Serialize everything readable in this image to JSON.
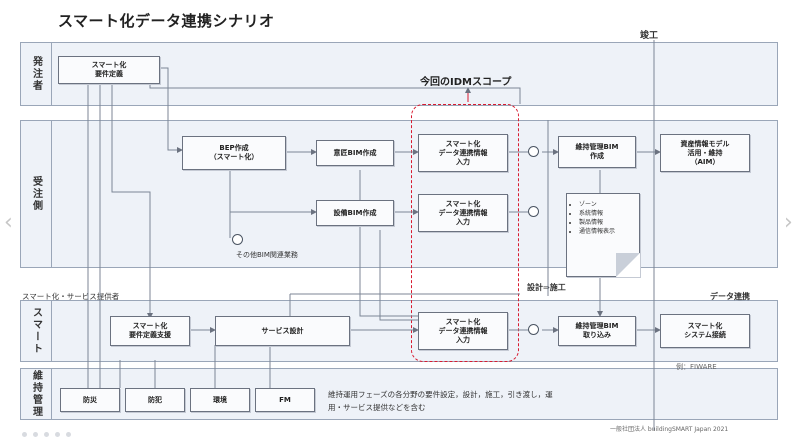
{
  "title": "スマート化データ連携シナリオ",
  "top_labels": {
    "completion": "竣工"
  },
  "lanes": [
    {
      "id": "orderer",
      "label": "発注者"
    },
    {
      "id": "contractor",
      "label": "受注側"
    },
    {
      "id": "smart",
      "label": "スマート"
    },
    {
      "id": "maintenance",
      "label": "維持管理"
    }
  ],
  "section_labels": {
    "smart_provider": "スマート化・サービス提供者",
    "data_link": "データ連携",
    "design_to_construction": "設計⇒施工",
    "example": "例：FIWARE",
    "idm_scope": "今回のIDMスコープ",
    "other_bim": "その他BIM関連業務",
    "copyright": "一般社団法人 buildingSMART Japan 2021"
  },
  "boxes": {
    "requirement_def": "スマート化\n要件定義",
    "bep": "BEP作成\n（スマート化）",
    "design_bim": "意匠BIM作成",
    "equipment_bim": "設備BIM作成",
    "smart_input_1": "スマート化\nデータ連携情報\n入力",
    "smart_input_2": "スマート化\nデータ連携情報\n入力",
    "smart_input_3": "スマート化\nデータ連携情報\n入力",
    "maint_bim_create": "維持管理BIM\n作成",
    "asset_model": "資産情報モデル\n活用・維持\n（AIM）",
    "smart_req_support": "スマート化\n要件定義支援",
    "service_design": "サービス設計",
    "maint_bim_import": "維持管理BIM\n取り込み",
    "smart_system_link": "スマート化\nシステム接続",
    "disaster_prevention": "防災",
    "security": "防犯",
    "environment": "環境",
    "fm": "FM"
  },
  "doc_items": [
    "ゾーン",
    "系統情報",
    "製品情報",
    "通信情報表示"
  ],
  "maintenance_note_line1": "維持運用フェーズの各分野の要件設定，設計，施工，引き渡し，運",
  "maintenance_note_line2": "用・サービス提供などを含む",
  "colors": {
    "scope_border": "#d81b30",
    "lane_bg": "#eef2f8",
    "lane_border": "#9aa6b8"
  }
}
